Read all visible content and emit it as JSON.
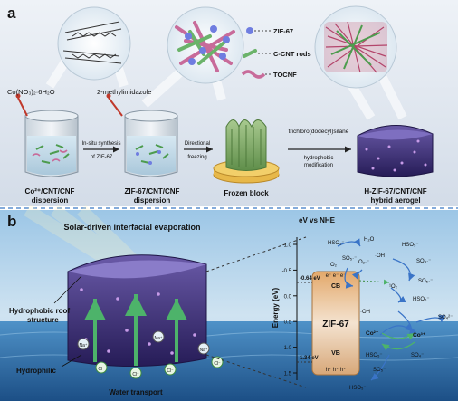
{
  "panel_a": {
    "label": "a",
    "reagent_1": "Co(NO₃)₂·6H₂O",
    "reagent_2": "2-methylimidazole",
    "step_1": "In-situ synthesis",
    "step_1b": "of ZIF-67",
    "step_2": "Directional",
    "step_2b": "freezing",
    "step_3": "trichloro(dodecyl)silane",
    "step_3b": "hydrophobic",
    "step_3c": "modification",
    "legend_zif": "ZIF-67",
    "legend_ccnt": "C-CNT rods",
    "legend_tocnf": "TOCNF",
    "stage_1a": "Co²⁺/CNT/CNF",
    "stage_1b": "dispersion",
    "stage_2a": "ZIF-67/CNT/CNF",
    "stage_2b": "dispersion",
    "stage_3": "Frozen block",
    "stage_4a": "H-ZIF-67/CNT/CNF",
    "stage_4b": "hybrid aerogel"
  },
  "panel_b": {
    "label": "b",
    "title": "Solar-driven interfacial evaporation",
    "roof_label_1": "Hydrophobic roof",
    "roof_label_2": "structure",
    "hydrophilic": "Hydrophilic",
    "water_transport": "Water transport",
    "energy_axis": "Energy (eV)",
    "nhe": "eV vs NHE",
    "cb_value": "-0.64 eV",
    "vb_value": "1.34 eV",
    "cb": "CB",
    "vb": "VB",
    "zif": "ZIF-67",
    "electrons": "e⁻  e⁻  e⁻",
    "holes": "h⁺  h⁺  h⁺",
    "ticks": [
      "-1.0",
      "-0.5",
      "0.0",
      "0.5",
      "1.0",
      "1.5"
    ],
    "species": {
      "hso5_top": "HSO₅⁻",
      "o2": "O₂",
      "so5": "SO₅·⁻",
      "o2_radical": "O₂·⁻",
      "h2o": "H₂O",
      "oh_top": "·OH",
      "hso5_r1": "HSO₅⁻",
      "so4_r1": "SO₄·⁻",
      "so5_r2": "SO₅·⁻",
      "o2_r": "¹O₂",
      "hso5_r3": "HSO₅⁻",
      "so4_r4": "SO₄²⁻",
      "oh_mid": "·OH",
      "co2": "Co²⁺",
      "co3": "Co³⁺",
      "hso5_bot": "HSO₅⁻",
      "so4_bot": "SO₄⁻",
      "hso5_b2": "HSO₅⁻",
      "so5_b": "SO₅⁻"
    },
    "ions": [
      "Na⁺",
      "Na⁺",
      "Na⁺",
      "Cl⁻",
      "Cl⁻",
      "Cl⁻",
      "Cl⁻"
    ]
  },
  "colors": {
    "panel_a_bg": "#dfe6ef",
    "sky": "#a9cde9",
    "sea": "#2f6fb0",
    "aerogel": "#3b2f7a",
    "cb_box": "#e9c89a",
    "arrow_green": "#4db36a",
    "arrow_blue": "#3a74c7"
  }
}
